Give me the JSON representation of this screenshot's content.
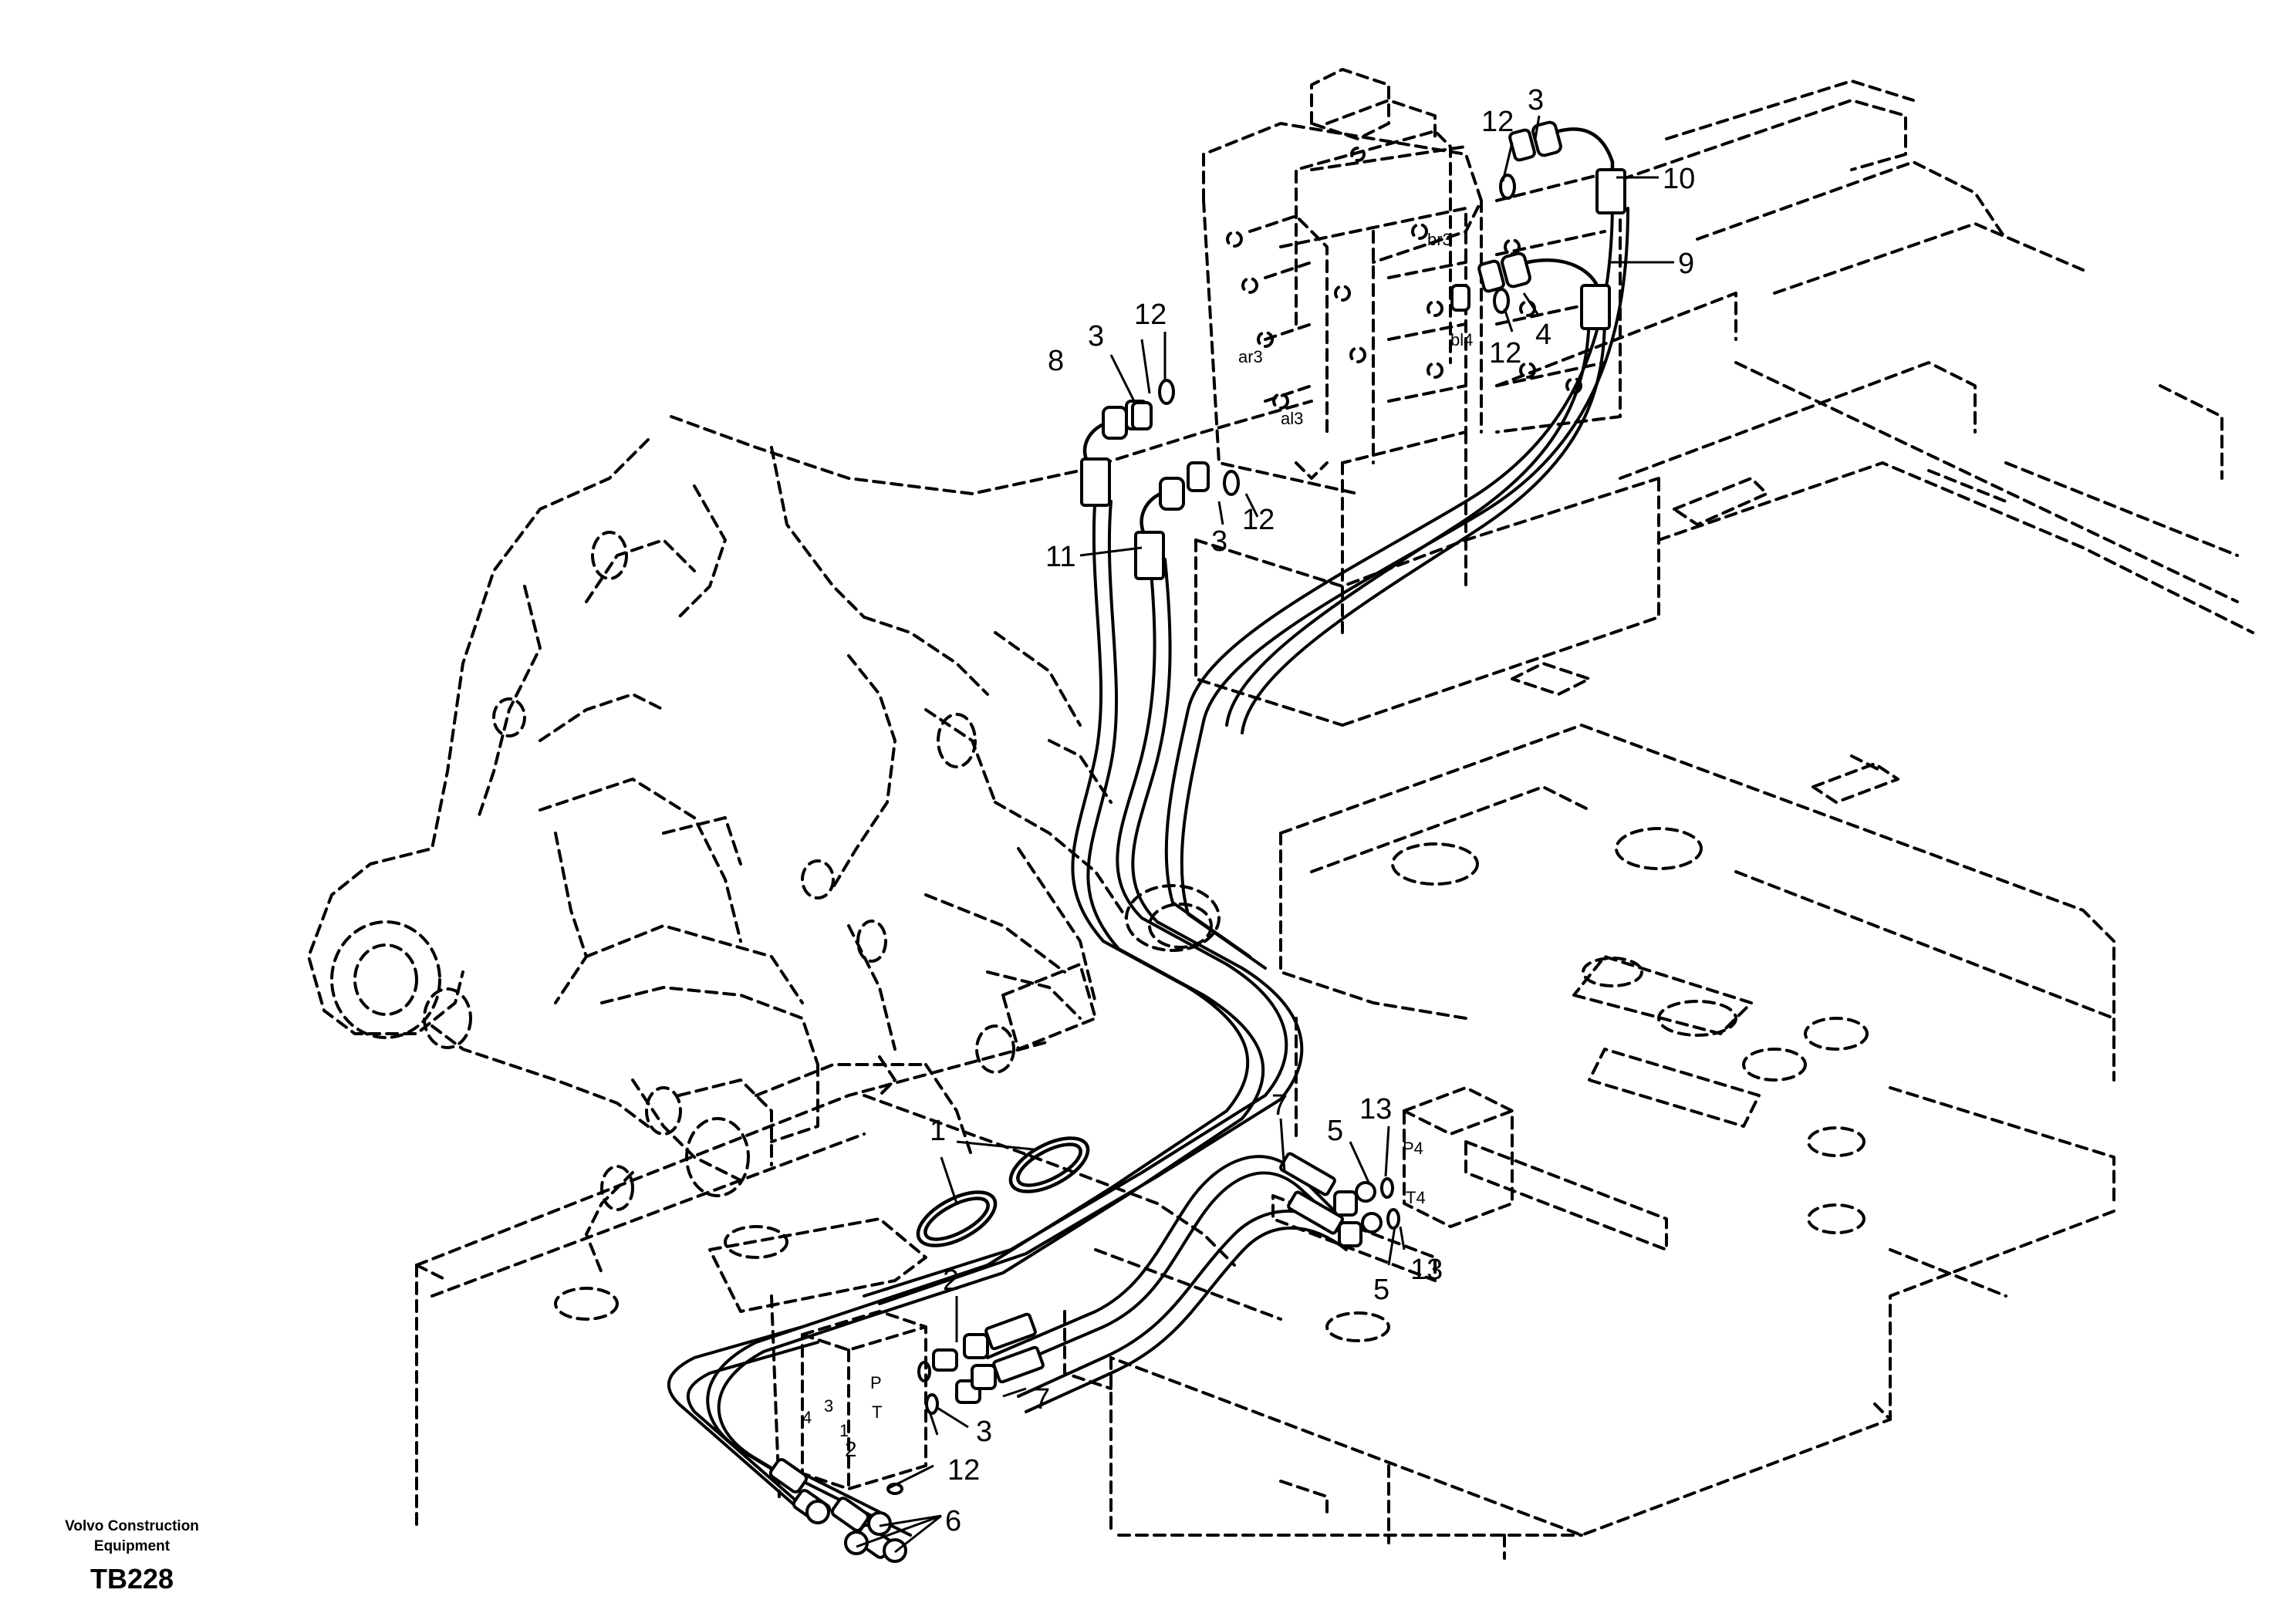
{
  "callouts": {
    "c1": "1",
    "c2": "2",
    "c3a": "3",
    "c3b": "3",
    "c3c": "3",
    "c3d": "3",
    "c4": "4",
    "c5a": "5",
    "c5b": "5",
    "c6": "6",
    "c7a": "7",
    "c7b": "7",
    "c8": "8",
    "c9": "9",
    "c10": "10",
    "c11": "11",
    "c12a": "12",
    "c12b": "12",
    "c12c": "12",
    "c12d": "12",
    "c12e": "12",
    "c13a": "13",
    "c13b": "13"
  },
  "port_labels": {
    "br3": "br3",
    "ar3": "ar3",
    "al3": "al3",
    "bl4": "bl4",
    "p4": "P4",
    "t4": "T4",
    "p": "P",
    "t": "T",
    "v4": "4",
    "v3": "3",
    "v2": "2",
    "v1": "1"
  },
  "caption": {
    "brand": "Volvo Construction Equipment",
    "code": "TB228"
  },
  "colors": {
    "line": "#000000",
    "background": "#ffffff"
  }
}
